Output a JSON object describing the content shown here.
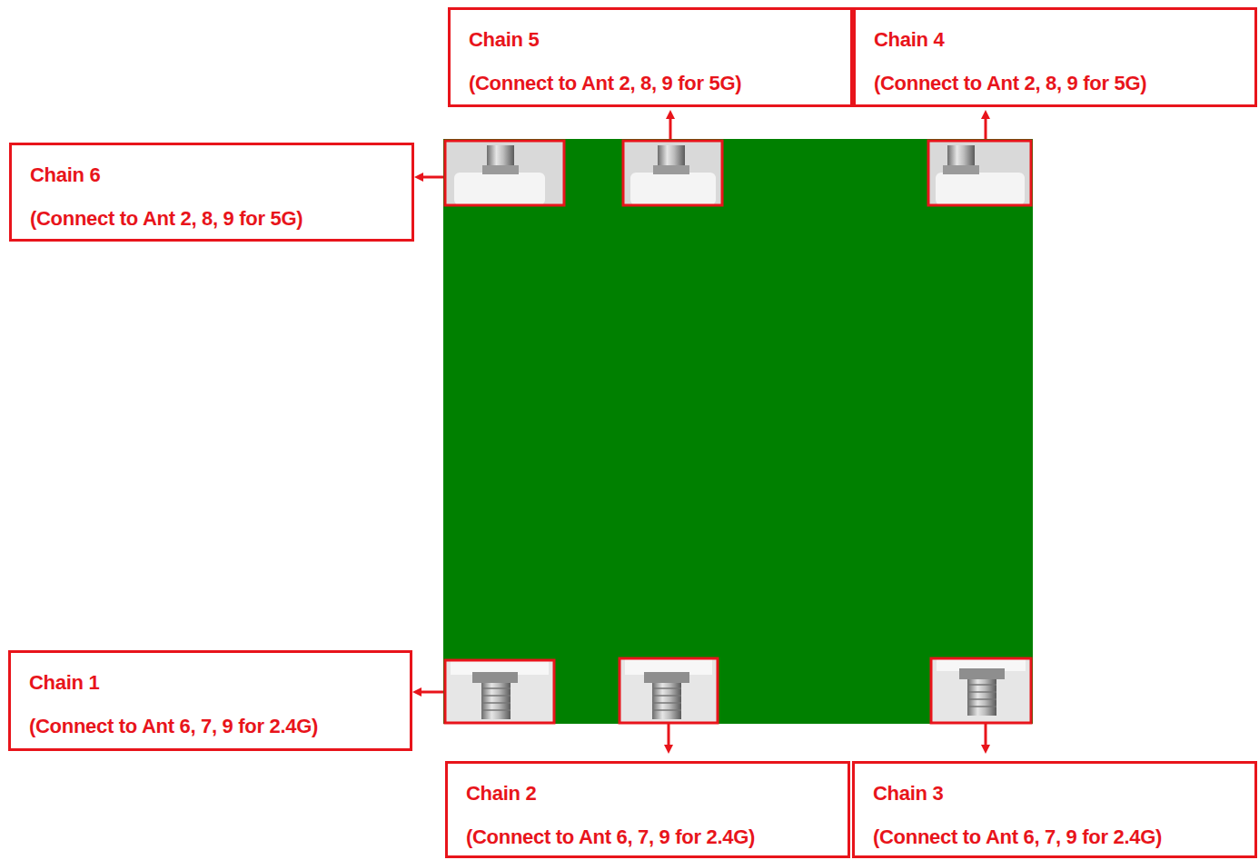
{
  "diagram": {
    "nodes": [
      {
        "text": [
          "Chain 5",
          "(Connect to Ant 2, 8, 9 for 5G)"
        ]
      },
      {
        "text": [
          "Chain 4",
          "(Connect to Ant 2, 8, 9 for 5G)"
        ]
      },
      {
        "text": [
          "Chain 6",
          "(Connect to Ant 2, 8, 9 for 5G)"
        ]
      },
      {
        "text": [
          "Chain 1",
          "(Connect to Ant 6, 7, 9 for 2.4G)"
        ]
      },
      {
        "text": [
          "Chain 2",
          "(Connect to Ant 6, 7, 9 for 2.4G)"
        ]
      },
      {
        "text": [
          "Chain 3",
          "(Connect to Ant 6, 7, 9 for 2.4G)"
        ]
      }
    ]
  }
}
